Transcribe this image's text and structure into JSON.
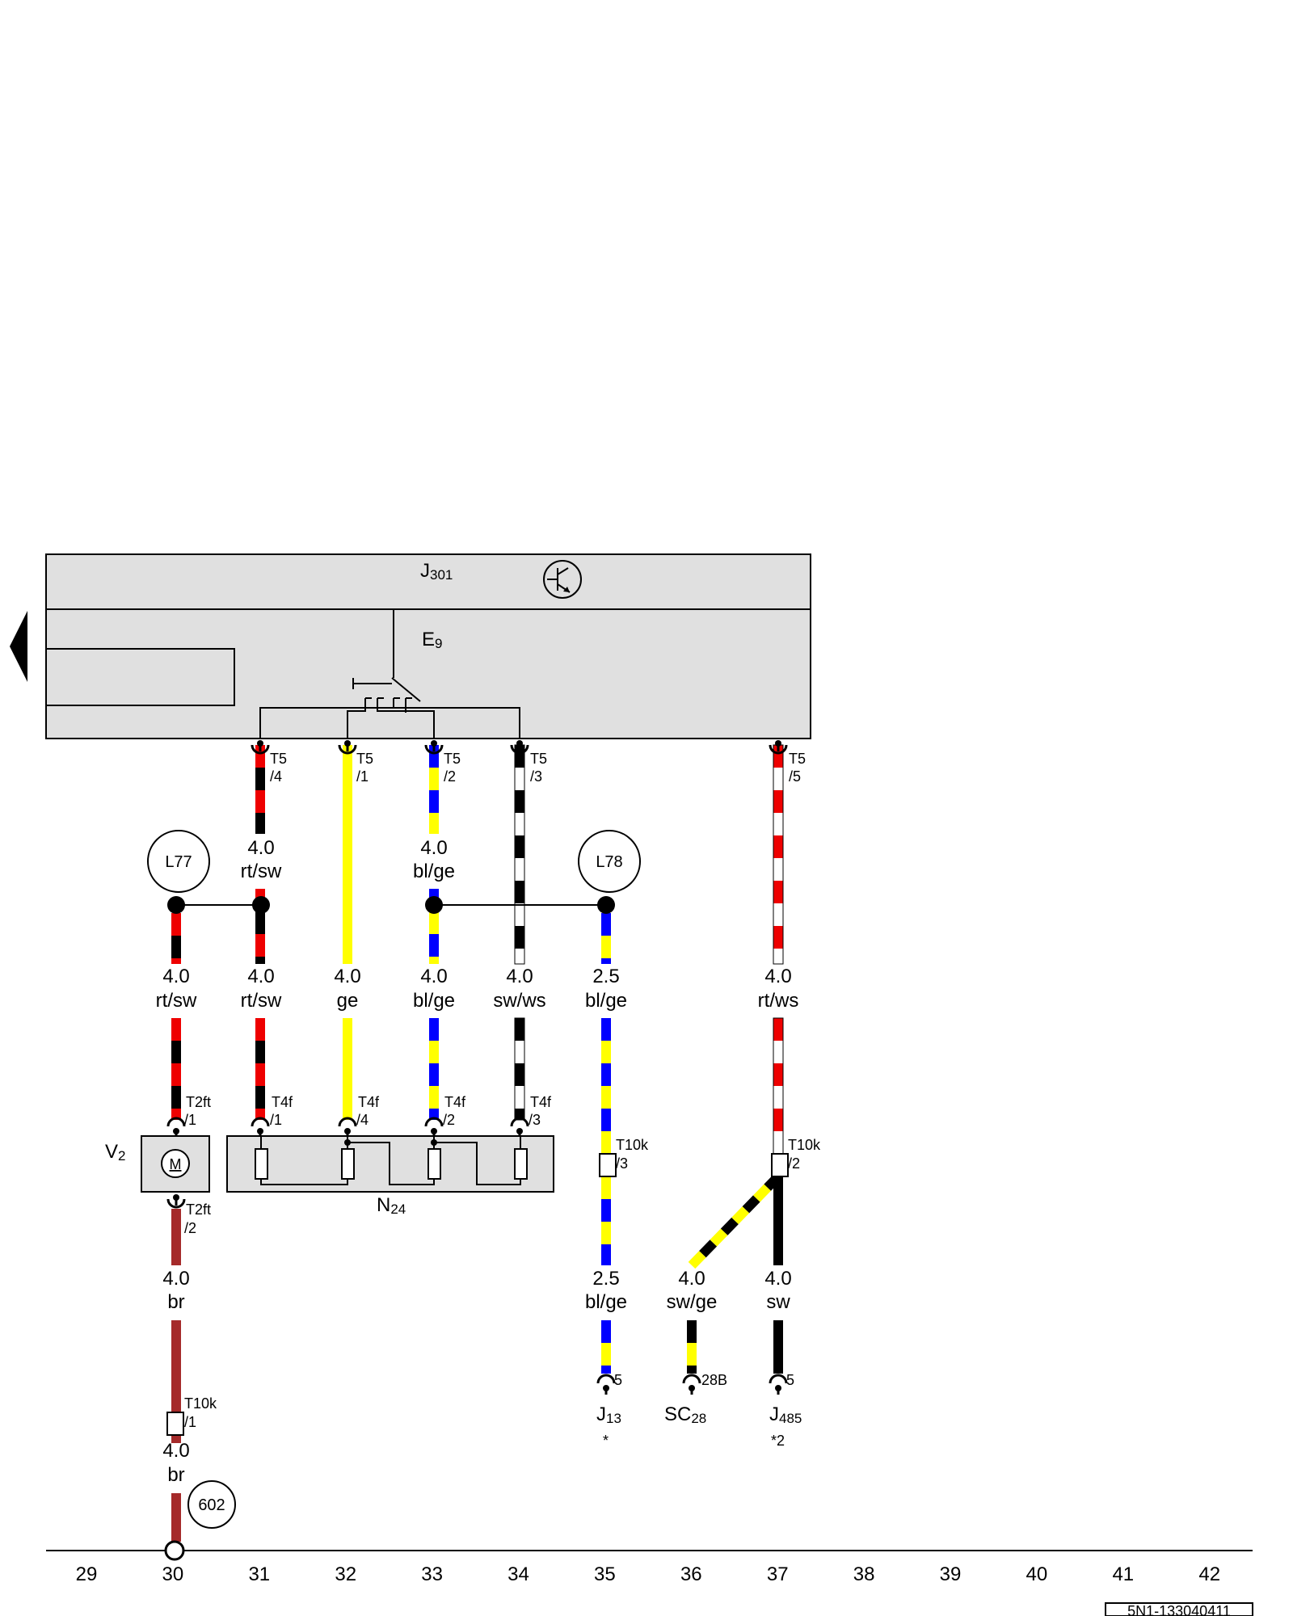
{
  "title_code": "5N1-133040411",
  "colors": {
    "rt": "#ee0000",
    "sw": "#000000",
    "ge": "#ffff00",
    "bl": "#0000ff",
    "ws": "#ffffff",
    "br": "#a52a2a",
    "housing": "#e0e0e0",
    "line": "#000000"
  },
  "components": {
    "J301": {
      "main": "J",
      "sub": "301"
    },
    "E9": {
      "main": "E",
      "sub": "9"
    },
    "V2": {
      "main": "V",
      "sub": "2"
    },
    "N24": {
      "main": "N",
      "sub": "24"
    },
    "J13": {
      "main": "J",
      "sub": "13",
      "note": "*"
    },
    "SC28": {
      "main": "SC",
      "sub": "28"
    },
    "J485": {
      "main": "J",
      "sub": "485",
      "note": "*2"
    }
  },
  "circles": {
    "L77": "L77",
    "L78": "L78",
    "g602": "602"
  },
  "connectors": {
    "t5_4": {
      "name": "T5",
      "pin": "/4"
    },
    "t5_1": {
      "name": "T5",
      "pin": "/1"
    },
    "t5_2": {
      "name": "T5",
      "pin": "/2"
    },
    "t5_3": {
      "name": "T5",
      "pin": "/3"
    },
    "t5_5": {
      "name": "T5",
      "pin": "/5"
    },
    "t2ft_1": {
      "name": "T2ft",
      "pin": "/1"
    },
    "t2ft_2": {
      "name": "T2ft",
      "pin": "/2"
    },
    "t4f_1": {
      "name": "T4f",
      "pin": "/1"
    },
    "t4f_4": {
      "name": "T4f",
      "pin": "/4"
    },
    "t4f_2": {
      "name": "T4f",
      "pin": "/2"
    },
    "t4f_3": {
      "name": "T4f",
      "pin": "/3"
    },
    "t10k_3": {
      "name": "T10k",
      "pin": "/3"
    },
    "t10k_2": {
      "name": "T10k",
      "pin": "/2"
    },
    "t10k_1": {
      "name": "T10k",
      "pin": "/1"
    },
    "p5_a": {
      "pin": "5"
    },
    "p28b": {
      "pin": "28B"
    },
    "p5_b": {
      "pin": "5"
    }
  },
  "motor_symbol": "M",
  "wires": [
    {
      "id": "w31top",
      "size": "4.0",
      "color": "rt/sw"
    },
    {
      "id": "w33top",
      "size": "4.0",
      "color": "bl/ge"
    },
    {
      "id": "w30",
      "size": "4.0",
      "color": "rt/sw"
    },
    {
      "id": "w31",
      "size": "4.0",
      "color": "rt/sw"
    },
    {
      "id": "w32",
      "size": "4.0",
      "color": "ge"
    },
    {
      "id": "w33",
      "size": "4.0",
      "color": "bl/ge"
    },
    {
      "id": "w34",
      "size": "4.0",
      "color": "sw/ws"
    },
    {
      "id": "w35",
      "size": "2.5",
      "color": "bl/ge"
    },
    {
      "id": "w37",
      "size": "4.0",
      "color": "rt/ws"
    },
    {
      "id": "w30b",
      "size": "4.0",
      "color": "br"
    },
    {
      "id": "w35b",
      "size": "2.5",
      "color": "bl/ge"
    },
    {
      "id": "w36b",
      "size": "4.0",
      "color": "sw/ge"
    },
    {
      "id": "w37b",
      "size": "4.0",
      "color": "sw"
    },
    {
      "id": "w30c",
      "size": "4.0",
      "color": "br"
    }
  ],
  "columns": [
    "29",
    "30",
    "31",
    "32",
    "33",
    "34",
    "35",
    "36",
    "37",
    "38",
    "39",
    "40",
    "41",
    "42"
  ]
}
